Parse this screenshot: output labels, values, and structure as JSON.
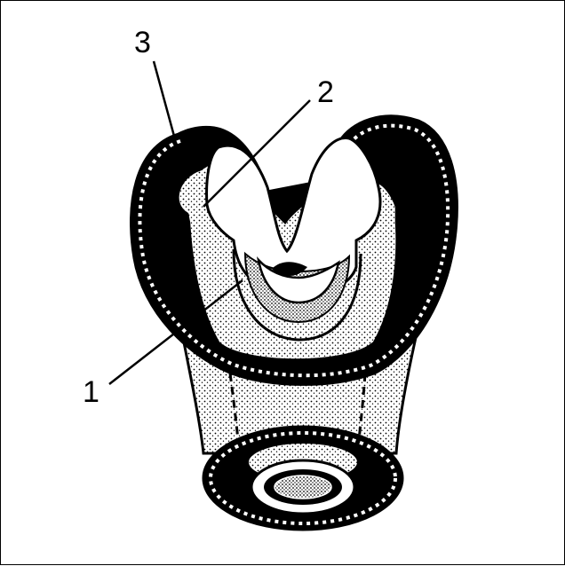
{
  "figure": {
    "labels": [
      {
        "id": "1",
        "text": "1"
      },
      {
        "id": "2",
        "text": "2"
      },
      {
        "id": "3",
        "text": "3"
      }
    ]
  }
}
